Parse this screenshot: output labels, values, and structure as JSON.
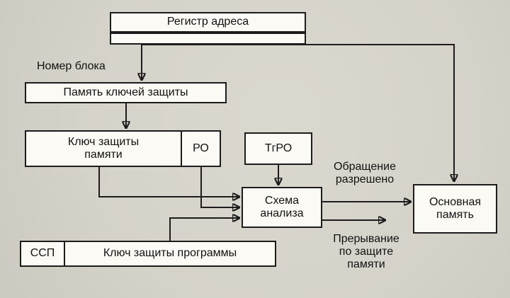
{
  "colors": {
    "background": "#d7d4cb",
    "box_fill": "#fbfaf4",
    "line": "#1c1c1c"
  },
  "nodes": {
    "address_register": "Регистр адреса",
    "key_memory": "Память ключей защиты",
    "memory_key": "Ключ защиты памяти",
    "ro": "РО",
    "tgro": "ТгРО",
    "analysis": "Схема анализа",
    "main_memory": "Основная память",
    "ssp": "ССП",
    "program_key": "Ключ защиты программы"
  },
  "labels": {
    "block_number": "Номер блока",
    "access_allowed": "Обращение разрешено",
    "interrupt": "Прерывание по защите памяти"
  },
  "edges": [
    {
      "from": "address_register",
      "to": "key_memory",
      "label": "Номер блока"
    },
    {
      "from": "address_register",
      "to": "main_memory",
      "label": ""
    },
    {
      "from": "key_memory",
      "to": "memory_key",
      "label": ""
    },
    {
      "from": "memory_key",
      "to": "analysis",
      "label": ""
    },
    {
      "from": "ro",
      "to": "analysis",
      "label": ""
    },
    {
      "from": "tgro",
      "to": "analysis",
      "label": ""
    },
    {
      "from": "program_key",
      "to": "analysis",
      "label": ""
    },
    {
      "from": "analysis",
      "to": "main_memory",
      "label": "Обращение разрешено"
    },
    {
      "from": "analysis",
      "to": "out",
      "label": "Прерывание по защите памяти"
    }
  ]
}
